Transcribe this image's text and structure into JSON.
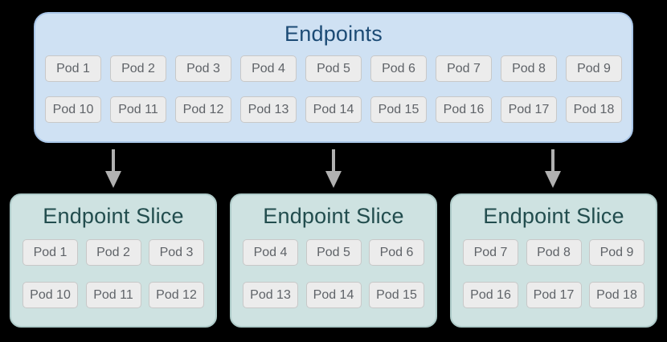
{
  "colors": {
    "background": "#000000",
    "endpoints_bg": "#cfe1f3",
    "endpoints_border": "#a9c6e8",
    "endpoints_title": "#1c4b75",
    "slice_bg": "#cee2e1",
    "slice_border": "#aecbc9",
    "slice_title": "#224d4e",
    "pod_bg": "#ececec",
    "pod_border": "#c8c8c8",
    "pod_text": "#5f6368",
    "arrow": "#b1b1b1"
  },
  "endpoints_box": {
    "title": "Endpoints",
    "rows": [
      [
        "Pod 1",
        "Pod 2",
        "Pod 3",
        "Pod 4",
        "Pod 5",
        "Pod 6",
        "Pod 7",
        "Pod 8",
        "Pod 9"
      ],
      [
        "Pod 10",
        "Pod 11",
        "Pod 12",
        "Pod 13",
        "Pod 14",
        "Pod 15",
        "Pod 16",
        "Pod 17",
        "Pod 18"
      ]
    ]
  },
  "slices": [
    {
      "title": "Endpoint Slice",
      "rows": [
        [
          "Pod 1",
          "Pod 2",
          "Pod 3"
        ],
        [
          "Pod 10",
          "Pod 11",
          "Pod 12"
        ]
      ]
    },
    {
      "title": "Endpoint Slice",
      "rows": [
        [
          "Pod 4",
          "Pod 5",
          "Pod 6"
        ],
        [
          "Pod 13",
          "Pod 14",
          "Pod 15"
        ]
      ]
    },
    {
      "title": "Endpoint Slice",
      "rows": [
        [
          "Pod 7",
          "Pod 8",
          "Pod 9"
        ],
        [
          "Pod 16",
          "Pod 17",
          "Pod 18"
        ]
      ]
    }
  ]
}
